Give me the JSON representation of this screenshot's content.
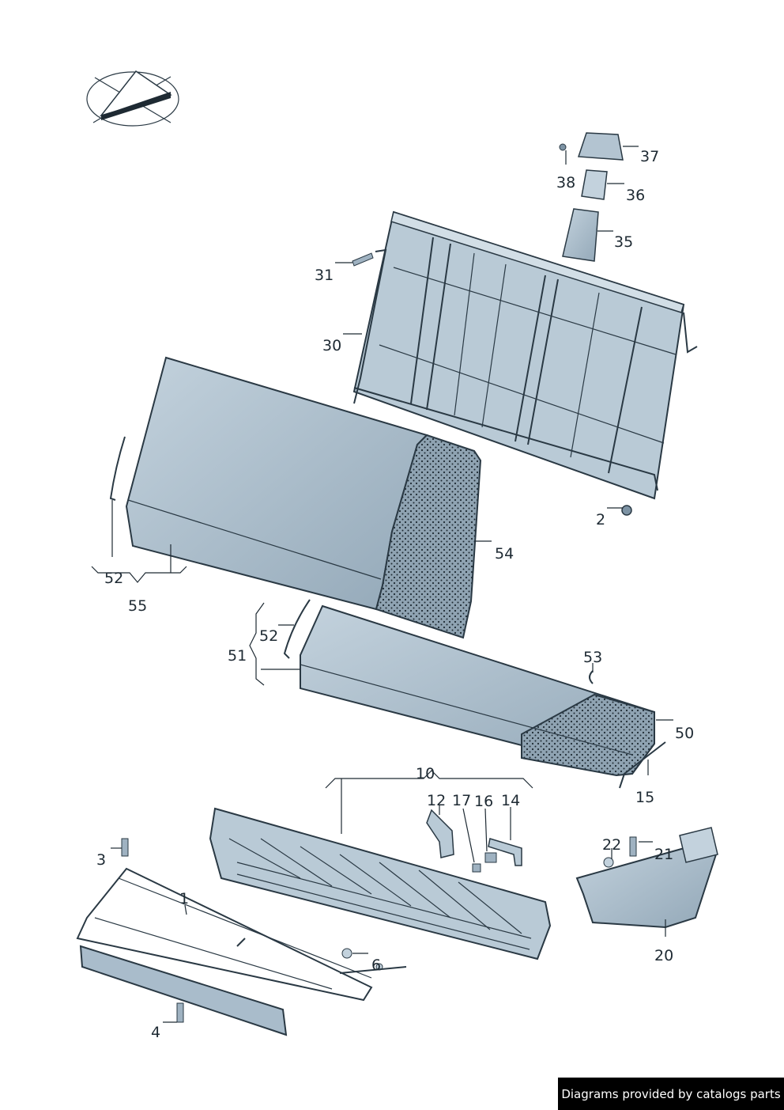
{
  "credit": "Diagrams provided by catalogs parts",
  "labels": {
    "p1": "1",
    "p2": "2",
    "p3": "3",
    "p4": "4",
    "p6": "6",
    "p10": "10",
    "p12": "12",
    "p14": "14",
    "p15": "15",
    "p16": "16",
    "p17": "17",
    "p20": "20",
    "p21": "21",
    "p22": "22",
    "p30": "30",
    "p31": "31",
    "p35": "35",
    "p36": "36",
    "p37": "37",
    "p38": "38",
    "p50": "50",
    "p51": "51",
    "p52a": "52",
    "p52b": "52",
    "p53": "53",
    "p54": "54",
    "p55": "55"
  },
  "colors": {
    "part_fill": "#a9bccb",
    "part_dark": "#7d93a4",
    "outline": "#2a3944",
    "foam": "#8fa3b2"
  }
}
